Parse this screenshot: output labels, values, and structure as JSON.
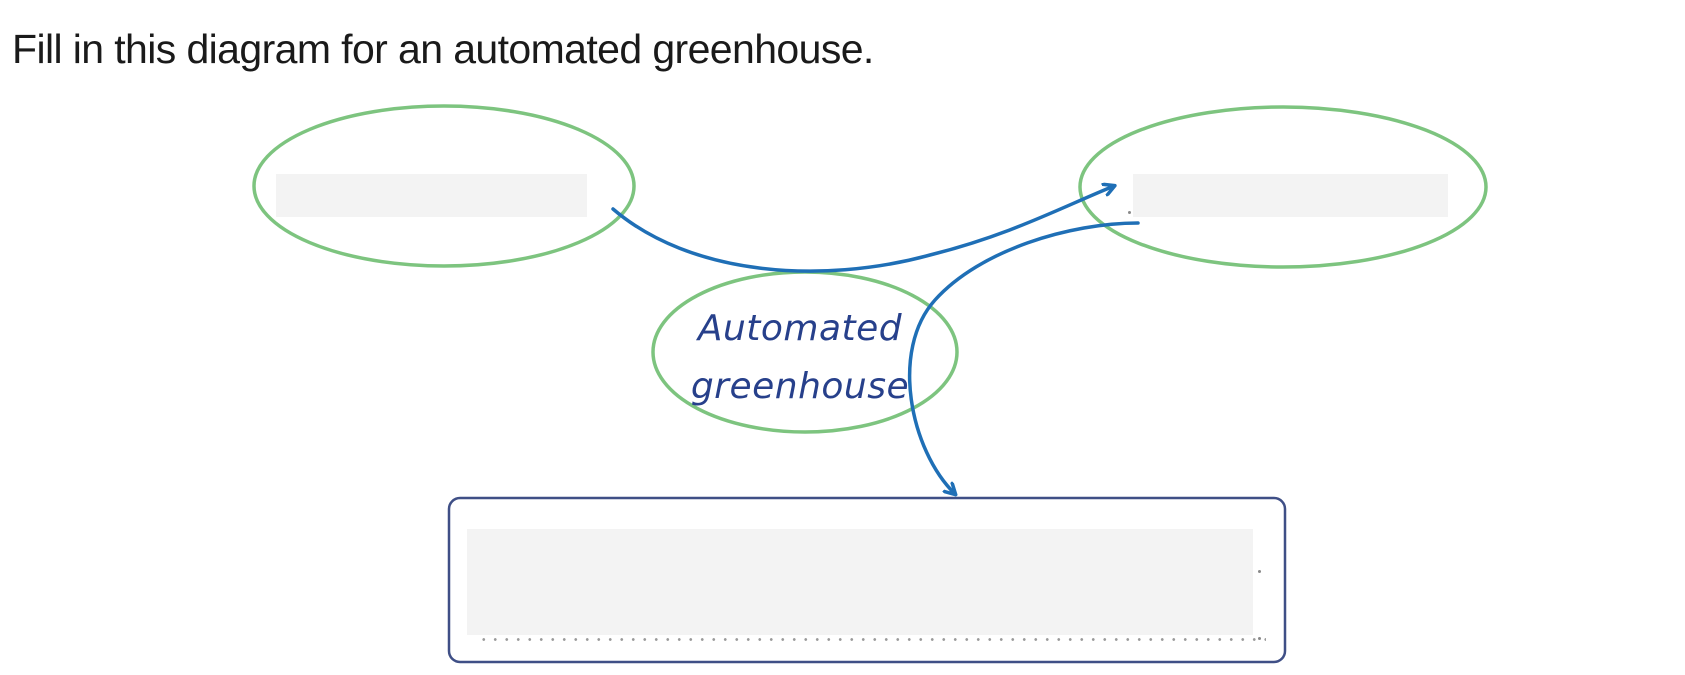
{
  "instruction": "Fill in this diagram for an automated greenhouse.",
  "diagram": {
    "center_node": {
      "line1": "Automated",
      "line2": "greenhouse"
    },
    "inputs": {
      "left_blank": {
        "value": "",
        "placeholder": ""
      },
      "right_blank": {
        "value": "",
        "placeholder": ""
      },
      "bottom_blank": {
        "value": "",
        "placeholder": ""
      }
    },
    "colors": {
      "ellipse_stroke": "#7dc47f",
      "arrow_stroke": "#1f6fb6",
      "box_stroke": "#3f4f86",
      "label_text": "#27408b",
      "blank_fill": "#f3f3f3"
    }
  }
}
